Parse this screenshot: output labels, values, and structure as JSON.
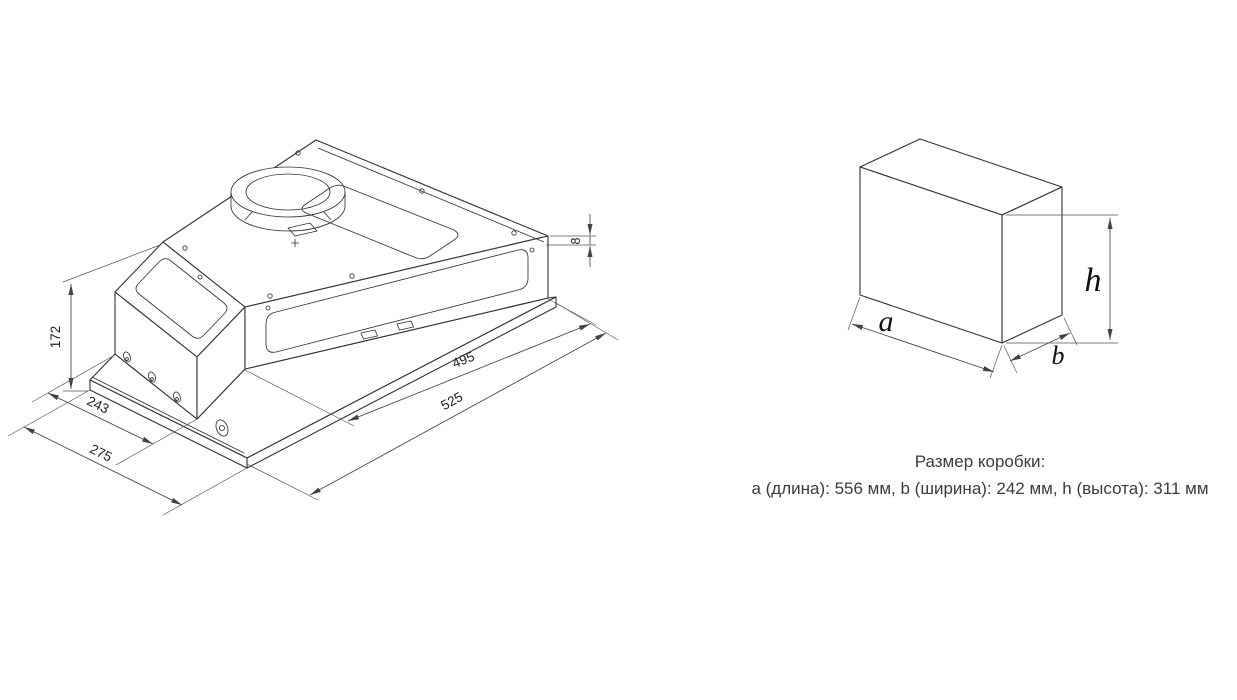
{
  "hood_drawing": {
    "dim_height": "172",
    "dim_body_width": "243",
    "dim_flange_width": "275",
    "dim_body_length": "495",
    "dim_flange_length": "525",
    "dim_lip": "8"
  },
  "box_diagram": {
    "label_length": "a",
    "label_width": "b",
    "label_height": "h"
  },
  "caption": {
    "title": "Размер коробки:",
    "values": "a (длина): 556 мм, b (ширина): 242 мм, h (высота): 311 мм"
  }
}
